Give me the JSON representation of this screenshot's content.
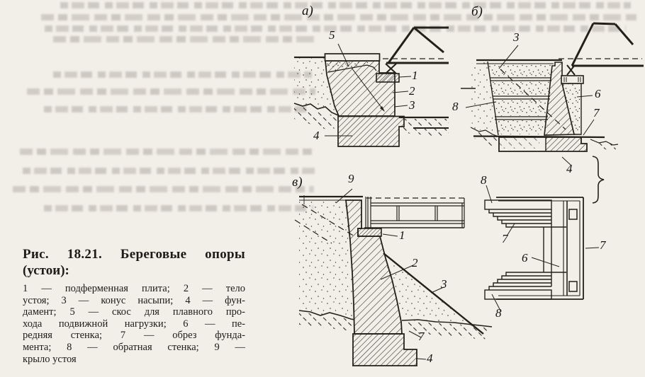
{
  "figure": {
    "caption": {
      "title_line1": "Рис. 18.21. Береговые опоры",
      "title_line2": "(устои):",
      "legend_lines": [
        "1 — подферменная плита; 2 — тело",
        "устоя; 3 — конус насыпи; 4 — фун-",
        "дамент; 5 — скос для плавного про-",
        "хода подвижной нагрузки; 6 — пе-",
        "редняя стенка; 7 — обрез фунда-",
        "мента; 8 — обратная стенка; 9 —",
        "крыло устоя"
      ]
    },
    "panels": {
      "a": {
        "label": "а)",
        "callouts": {
          "n5": "5",
          "n1": "1",
          "n2": "2",
          "n3": "3",
          "n4": "4"
        }
      },
      "b": {
        "label": "б)",
        "callouts": {
          "n3": "3",
          "n8": "8",
          "n6": "6",
          "n7": "7",
          "n4": "4"
        }
      },
      "v": {
        "label": "в)",
        "callouts": {
          "n9": "9",
          "n1": "1",
          "n2": "2",
          "n3": "3",
          "n7": "7",
          "n4": "4"
        }
      },
      "plan": {
        "callouts": {
          "n8_top": "8",
          "n7_left": "7",
          "n6": "6",
          "n7_right": "7",
          "n8_bottom": "8"
        }
      }
    }
  }
}
